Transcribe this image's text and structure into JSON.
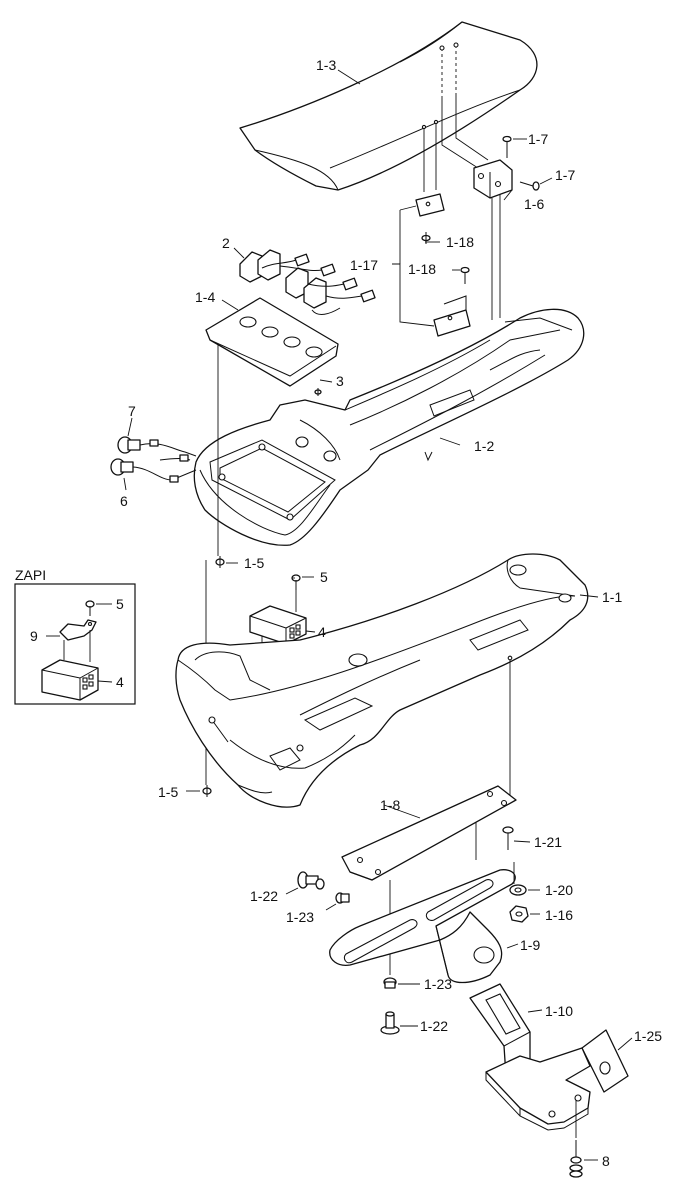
{
  "diagram": {
    "inset_title": "ZAPI",
    "callouts": [
      {
        "id": "c-1-3",
        "text": "1-3"
      },
      {
        "id": "c-1-7a",
        "text": "1-7"
      },
      {
        "id": "c-1-7b",
        "text": "1-7"
      },
      {
        "id": "c-1-6",
        "text": "1-6"
      },
      {
        "id": "c-1-18a",
        "text": "1-18"
      },
      {
        "id": "c-1-17",
        "text": "1-17"
      },
      {
        "id": "c-1-18b",
        "text": "1-18"
      },
      {
        "id": "c-2",
        "text": "2"
      },
      {
        "id": "c-1-4",
        "text": "1-4"
      },
      {
        "id": "c-3",
        "text": "3"
      },
      {
        "id": "c-7",
        "text": "7"
      },
      {
        "id": "c-1-2",
        "text": "1-2"
      },
      {
        "id": "c-6",
        "text": "6"
      },
      {
        "id": "c-1-5a",
        "text": "1-5"
      },
      {
        "id": "c-5a",
        "text": "5"
      },
      {
        "id": "c-5b",
        "text": "5"
      },
      {
        "id": "c-9",
        "text": "9"
      },
      {
        "id": "c-4a",
        "text": "4"
      },
      {
        "id": "c-4b",
        "text": "4"
      },
      {
        "id": "c-1-1",
        "text": "1-1"
      },
      {
        "id": "c-1-5b",
        "text": "1-5"
      },
      {
        "id": "c-1-8",
        "text": "1-8"
      },
      {
        "id": "c-1-21",
        "text": "1-21"
      },
      {
        "id": "c-1-22a",
        "text": "1-22"
      },
      {
        "id": "c-1-23a",
        "text": "1-23"
      },
      {
        "id": "c-1-20",
        "text": "1-20"
      },
      {
        "id": "c-1-16",
        "text": "1-16"
      },
      {
        "id": "c-1-9",
        "text": "1-9"
      },
      {
        "id": "c-1-23b",
        "text": "1-23"
      },
      {
        "id": "c-1-10",
        "text": "1-10"
      },
      {
        "id": "c-1-25",
        "text": "1-25"
      },
      {
        "id": "c-1-22b",
        "text": "1-22"
      },
      {
        "id": "c-8",
        "text": "8"
      }
    ]
  }
}
